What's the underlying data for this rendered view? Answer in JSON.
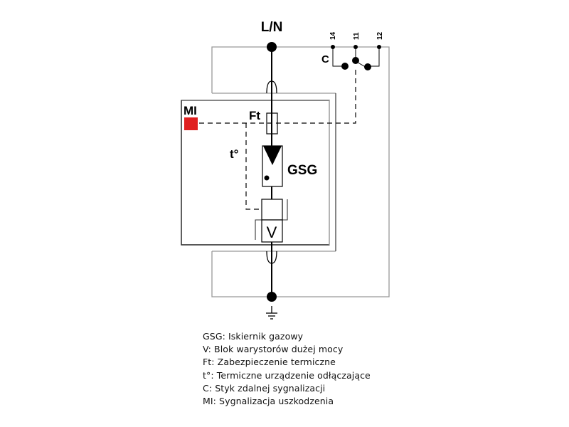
{
  "diagram": {
    "title_terminal": "L/N",
    "contacts": {
      "c14": "14",
      "c11": "11",
      "c12": "12",
      "label": "C"
    },
    "mi_label": "MI",
    "ft_label": "Ft",
    "t_label": "t°",
    "gsg_label": "GSG",
    "v_label": "V",
    "colors": {
      "indicator": "#e02020",
      "line": "#000000",
      "frame": "#808080"
    }
  },
  "legend": [
    "GSG: Iskiernik gazowy",
    "V: Blok warystorów dużej mocy",
    "Ft: Zabezpieczenie termiczne",
    "t°: Termiczne urządzenie odłączające",
    "C: Styk zdalnej sygnalizacji",
    "MI: Sygnalizacja uszkodzenia"
  ]
}
